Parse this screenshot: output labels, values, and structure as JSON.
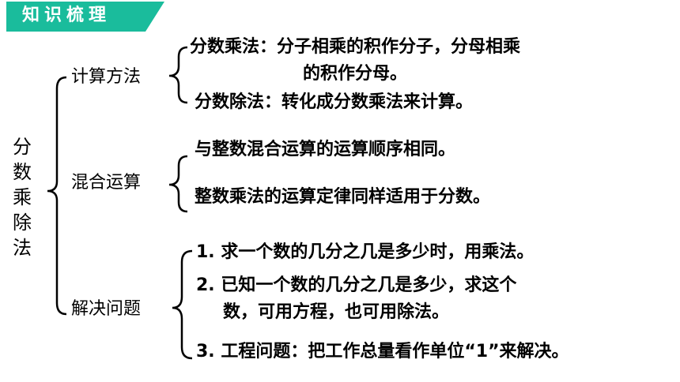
{
  "badge": {
    "title": "知识梳理"
  },
  "root": {
    "chars": [
      "分",
      "数",
      "乘",
      "除",
      "法"
    ]
  },
  "categories": [
    {
      "label": "计算方法",
      "items": [
        {
          "lines": [
            "分数乘法：分子相乘的积作分子，分母相乘",
            "的积作分母。"
          ]
        },
        {
          "lines": [
            "分数除法：转化成分数乘法来计算。"
          ]
        }
      ]
    },
    {
      "label": "混合运算",
      "items": [
        {
          "lines": [
            "与整数混合运算的运算顺序相同。"
          ]
        },
        {
          "lines": [
            "整数乘法的运算定律同样适用于分数。"
          ]
        }
      ]
    },
    {
      "label": "解决问题",
      "items": [
        {
          "lines": [
            "1. 求一个数的几分之几是多少时，用乘法。"
          ]
        },
        {
          "lines": [
            "2. 已知一个数的几分之几是多少，求这个",
            "数，可用方程，也可用除法。"
          ]
        },
        {
          "lines": [
            "3. 工程问题：把工作总量看作单位“1”来解决。"
          ]
        }
      ]
    }
  ],
  "colors": {
    "accent": "#1abc9c",
    "text": "#000000"
  }
}
